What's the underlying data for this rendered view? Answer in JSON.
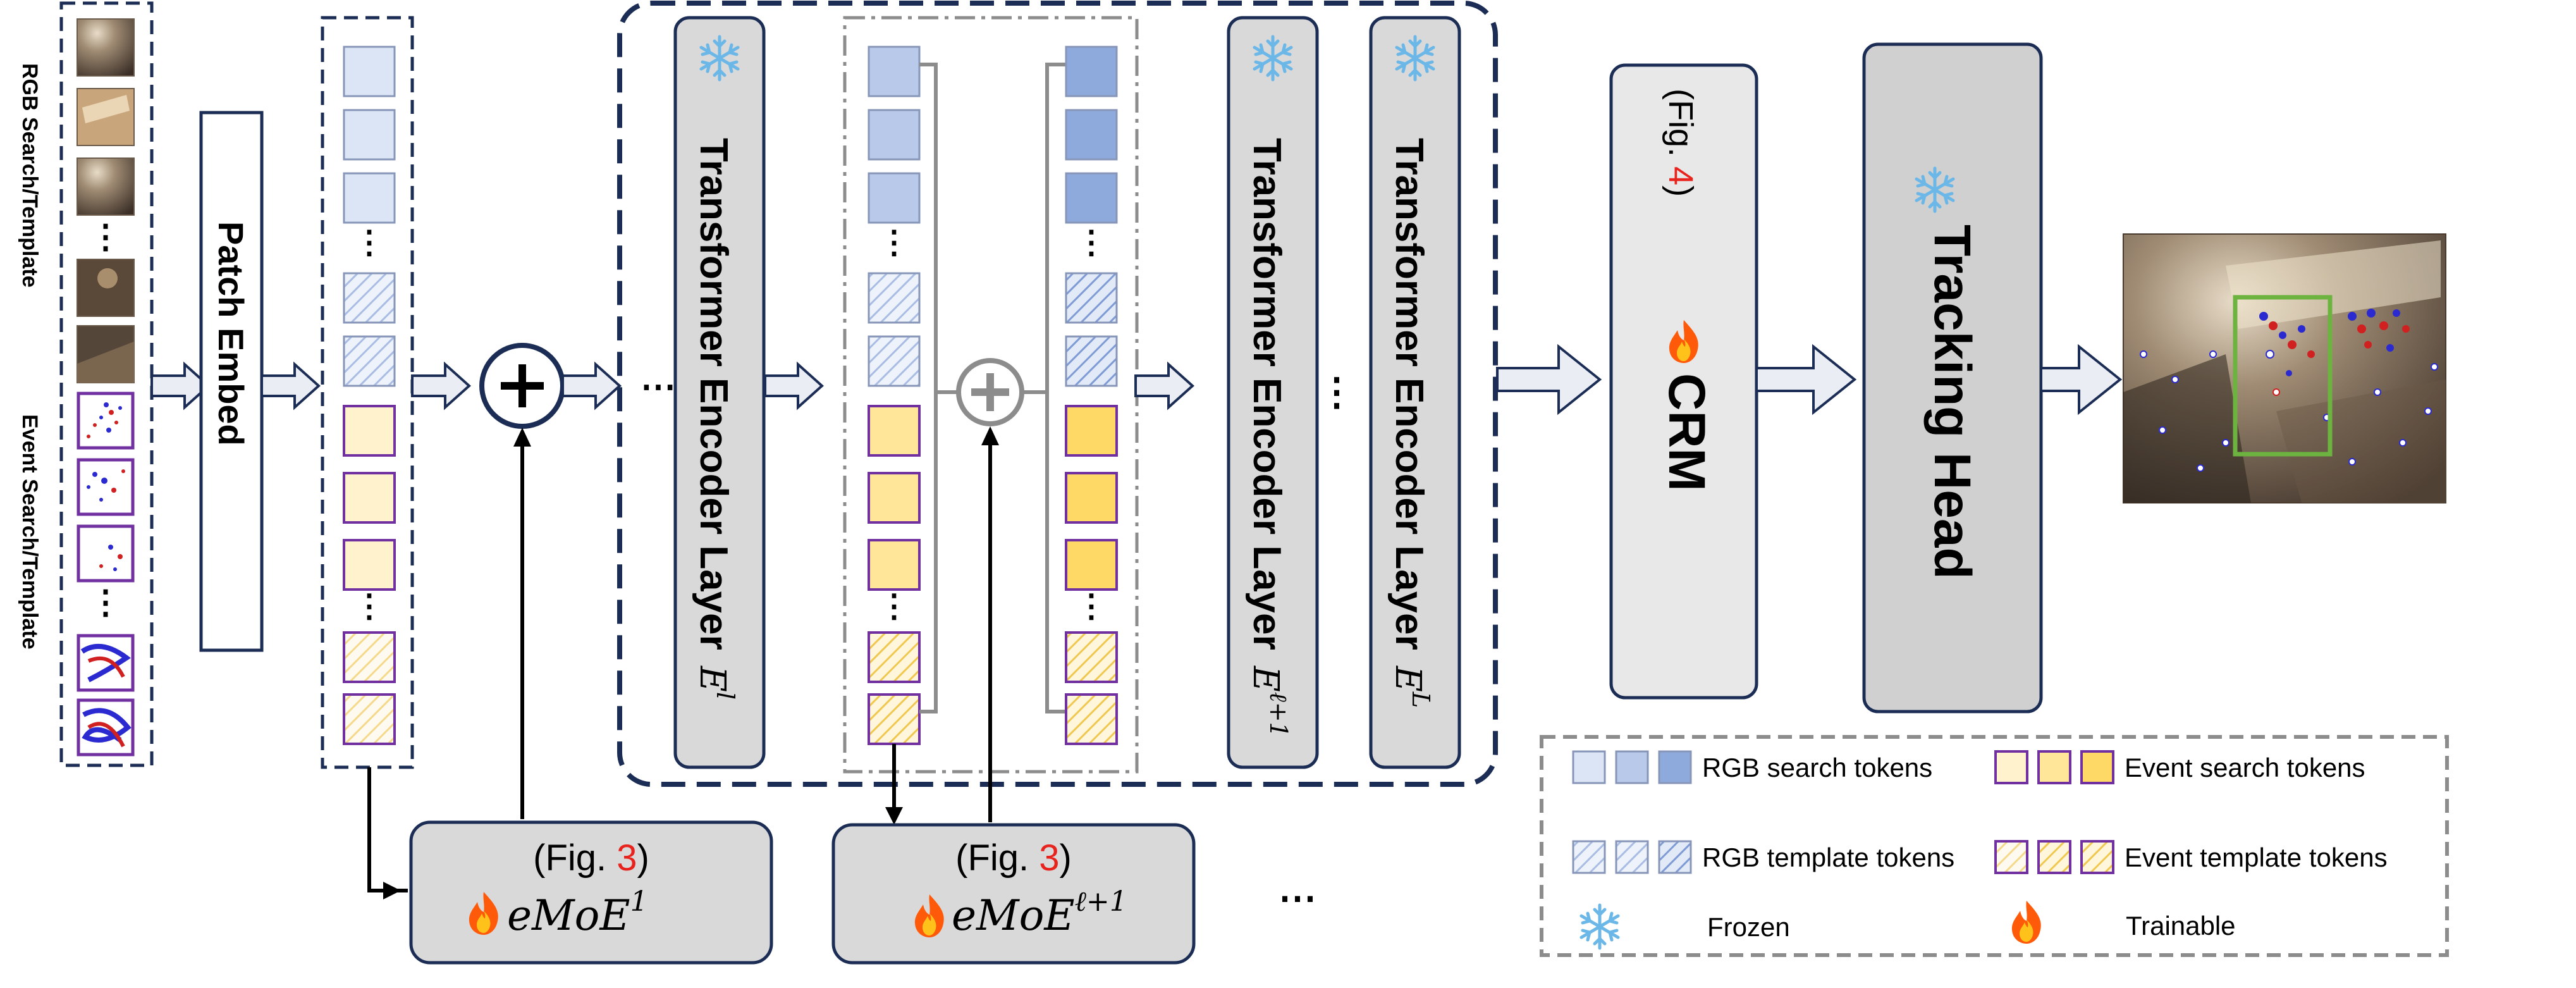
{
  "input_labels": {
    "rgb": "RGB Search/Template",
    "event": "Event Search/Template"
  },
  "patch_embed": "Patch Embed",
  "encoder_layers": {
    "title": "Transformer Encoder Layer",
    "symbols": [
      "E",
      "E",
      "E"
    ],
    "superscripts": [
      "l",
      "ℓ+1",
      "L"
    ]
  },
  "ellipsis": "⋯",
  "vertical_dots": "⋮",
  "fig_refs": {
    "crm": {
      "prefix": "(Fig. ",
      "num": "4",
      "suffix": ")"
    },
    "emoe1": {
      "prefix": "(Fig. ",
      "num": "3",
      "suffix": ")"
    },
    "emoe2": {
      "prefix": "(Fig. ",
      "num": "3",
      "suffix": ")"
    }
  },
  "emoe": {
    "base": "eMoE",
    "sup1": "1",
    "sup2": "ℓ+1"
  },
  "crm": "CRM",
  "tracking_head": "Tracking Head",
  "legend": {
    "rgb_search": "RGB search tokens",
    "event_search": "Event search tokens",
    "rgb_template": "RGB template tokens",
    "event_template": "Event template tokens",
    "frozen": "Frozen",
    "trainable": "Trainable"
  },
  "colors": {
    "dark_navy": "#1c2d55",
    "rgb_token_light": "#dce5f5",
    "rgb_token_mid": "#b8c9ea",
    "rgb_token_dark": "#8ea9dc",
    "event_token_light": "#fff2cc",
    "event_token_mid": "#ffe699",
    "event_token_dark": "#ffd966",
    "event_border": "#7030a0",
    "gray_box": "#d9d9d9",
    "flame": "#ff6a00",
    "snow": "#6ab7e8",
    "target_box": "#6cb33f"
  }
}
